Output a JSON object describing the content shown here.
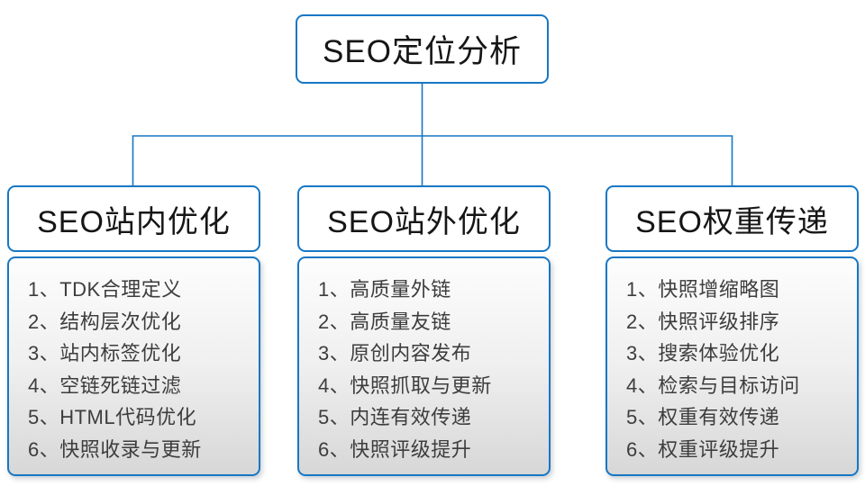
{
  "colors": {
    "accent": "#1777c4",
    "text-primary": "#161616",
    "list-text": "#3d3d3d",
    "panel-gradient-top": "#fdfdfd",
    "panel-gradient-bottom": "#d7d7d7"
  },
  "diagram": {
    "root": {
      "label": "SEO定位分析"
    },
    "branches": [
      {
        "title": "SEO站内优化",
        "items": [
          "1、TDK合理定义",
          "2、结构层次优化",
          "3、站内标签优化",
          "4、空链死链过滤",
          "5、HTML代码优化",
          "6、快照收录与更新"
        ]
      },
      {
        "title": "SEO站外优化",
        "items": [
          "1、高质量外链",
          "2、高质量友链",
          "3、原创内容发布",
          "4、快照抓取与更新",
          "5、内连有效传递",
          "6、快照评级提升"
        ]
      },
      {
        "title": "SEO权重传递",
        "items": [
          "1、快照增缩略图",
          "2、快照评级排序",
          "3、搜索体验优化",
          "4、检索与目标访问",
          "5、权重有效传递",
          "6、权重评级提升"
        ]
      }
    ]
  }
}
